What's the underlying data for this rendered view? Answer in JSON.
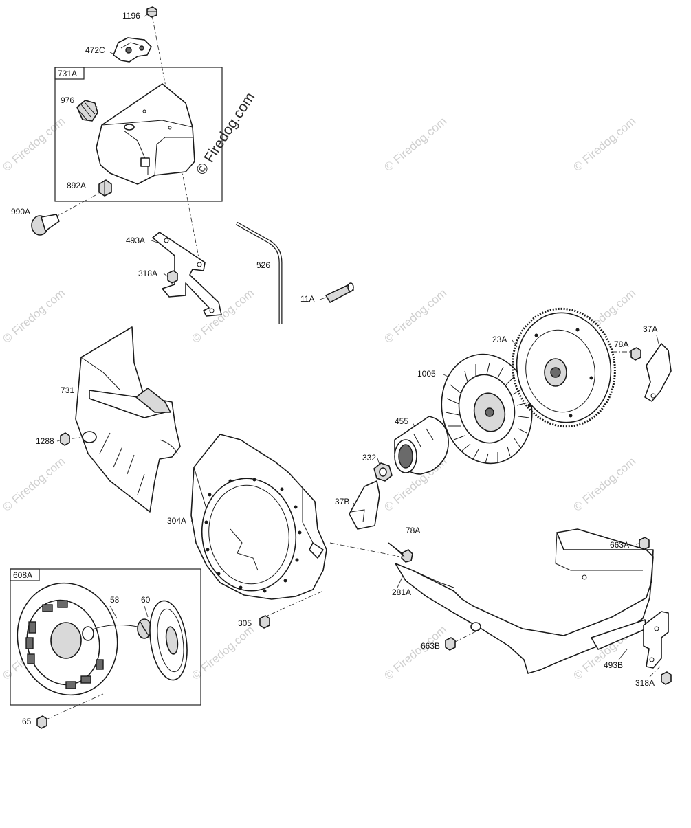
{
  "diagram": {
    "watermark": "© Firedog.com",
    "groups": [
      {
        "id": "731A",
        "label": "731A"
      },
      {
        "id": "608A",
        "label": "608A"
      }
    ],
    "part_labels": {
      "p1196": "1196",
      "p472C": "472C",
      "p976": "976",
      "p892A": "892A",
      "p990A": "990A",
      "p493A": "493A",
      "p318A_top": "318A",
      "p526": "526",
      "p11A": "11A",
      "p23A": "23A",
      "p37A": "37A",
      "p78A_top": "78A",
      "p1005": "1005",
      "p731": "731",
      "p455": "455",
      "p1288": "1288",
      "p332": "332",
      "p37B": "37B",
      "p304A": "304A",
      "p78A_mid": "78A",
      "p663A": "663A",
      "p281A": "281A",
      "p305": "305",
      "p663B": "663B",
      "p493B": "493B",
      "p318A_bot": "318A",
      "p58": "58",
      "p60": "60",
      "p65": "65"
    }
  }
}
